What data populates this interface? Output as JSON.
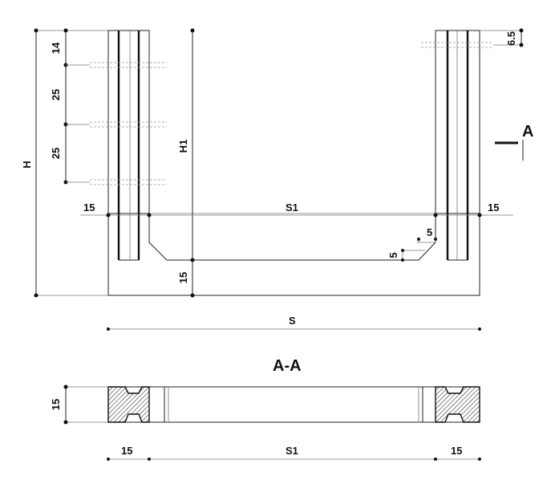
{
  "front_view": {
    "dims": {
      "h": "H",
      "h1": "H1",
      "d14": "14",
      "d25a": "25",
      "d25b": "25",
      "d6_5": "6.5",
      "left_15": "15",
      "right_15": "15",
      "s1": "S1",
      "d5a": "5",
      "d5b": "5",
      "bottom_15": "15",
      "s": "S"
    },
    "section_marker": "A"
  },
  "section_view": {
    "title": "A-A",
    "dims": {
      "height_15": "15",
      "left_15": "15",
      "s1": "S1",
      "right_15": "15"
    }
  }
}
